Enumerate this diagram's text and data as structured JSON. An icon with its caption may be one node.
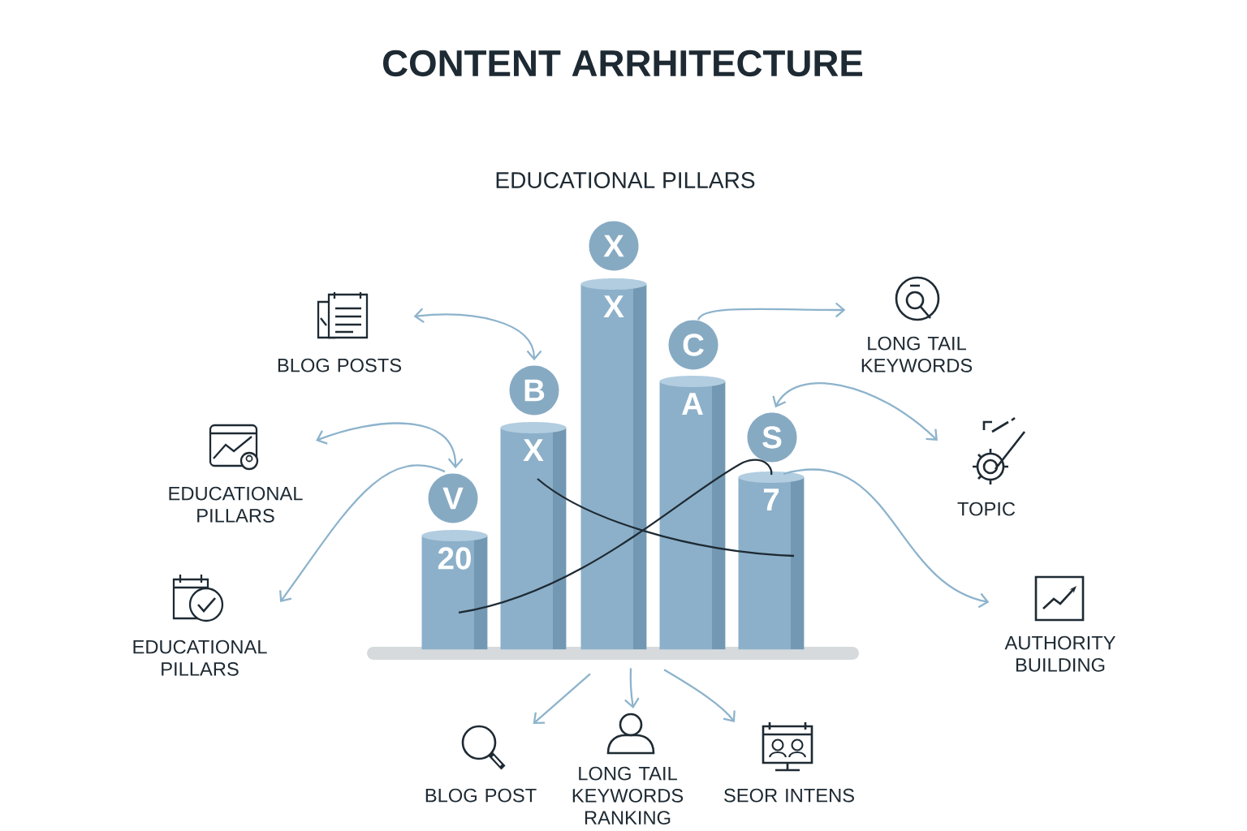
{
  "diagram": {
    "title": "CONTENT ARRHITECTURE",
    "nodes": [
      {
        "text": [
          "BLOG POSTS"
        ]
      },
      {
        "text": [
          "EDUCATIONAL PILLARS"
        ]
      },
      {
        "text": [
          "EDUCATIONAL PILLARS"
        ]
      },
      {
        "text": [
          "LONG TAIL KEYWORDS"
        ]
      },
      {
        "text": [
          "TOPIC"
        ]
      },
      {
        "text": [
          "AUTHORITY BUILDING"
        ]
      },
      {
        "text": [
          "BLOG POST"
        ]
      },
      {
        "text": [
          "LONG TAIL KEYWORDS RANKING"
        ]
      },
      {
        "text": [
          "SEOR INTENS"
        ]
      },
      {
        "text": [
          "X"
        ]
      },
      {
        "text": [
          "B"
        ]
      },
      {
        "text": [
          "C"
        ]
      },
      {
        "text": [
          "V"
        ]
      },
      {
        "text": [
          "S"
        ]
      },
      {
        "text": [
          "20"
        ]
      },
      {
        "text": [
          "X"
        ]
      },
      {
        "text": [
          "X"
        ]
      },
      {
        "text": [
          "A"
        ]
      },
      {
        "text": [
          "7"
        ]
      },
      {
        "text": [],
        "shape": "bar"
      }
    ],
    "edges": [
      {
        "from": 0,
        "to": 10,
        "arrow": "both"
      },
      {
        "from": 1,
        "to": 12,
        "arrow": "both"
      },
      {
        "from": 12,
        "to": 2,
        "arrow": "to"
      },
      {
        "from": 11,
        "to": 3,
        "arrow": "to"
      },
      {
        "from": 13,
        "to": 4,
        "arrow": "both"
      },
      {
        "from": 18,
        "to": 5,
        "arrow": "to"
      },
      {
        "from": 19,
        "to": 6,
        "arrow": "to"
      },
      {
        "from": 19,
        "to": 7,
        "arrow": "to"
      },
      {
        "from": 19,
        "to": 8,
        "arrow": "to"
      }
    ],
    "labels": [
      "EDUCATIONAL PILLARS"
    ]
  }
}
